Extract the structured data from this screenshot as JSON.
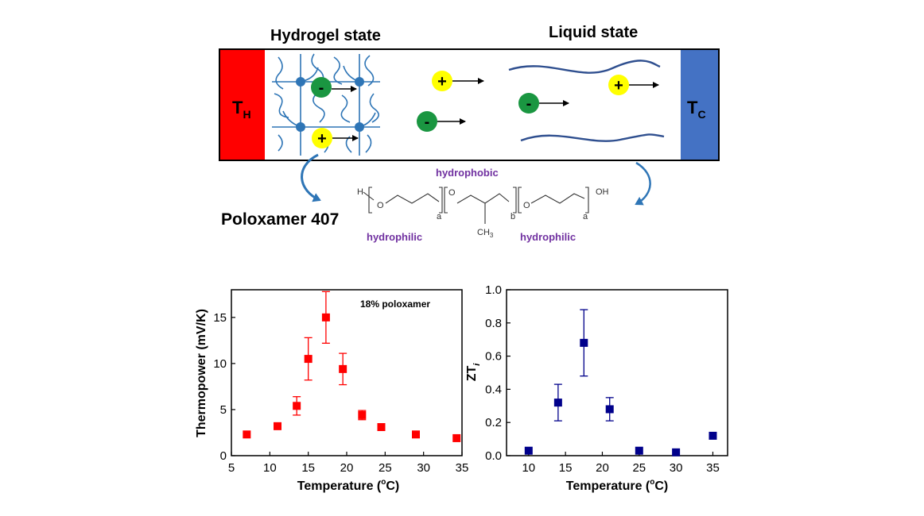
{
  "schematic": {
    "hydrogel_label": "Hydrogel state",
    "liquid_label": "Liquid state",
    "hot_label": "T",
    "hot_sub": "H",
    "cold_label": "T",
    "cold_sub": "C",
    "plus": "+",
    "minus": "-",
    "colors": {
      "hot": "#ff0000",
      "cold": "#4472c4",
      "cation": "#ffff00",
      "anion": "#1a9641",
      "polymer": "#2e75b6",
      "wave": "#2f4f8f"
    }
  },
  "molecule": {
    "name": "Poloxamer 407",
    "hydrophobic": "hydrophobic",
    "hydrophilic_left": "hydrophilic",
    "hydrophilic_right": "hydrophilic",
    "h": "H",
    "o1": "O",
    "o2": "O",
    "o3": "O",
    "oh": "OH",
    "ch3": "CH",
    "ch3_sub": "3",
    "sub_a1": "a",
    "sub_b": "b",
    "sub_a2": "a",
    "label_color": "#7030a0"
  },
  "chart_data": [
    {
      "type": "scatter",
      "annotation": "18% poloxamer",
      "xlabel": "Temperature (",
      "xlabel_deg": "o",
      "xlabel_end": "C)",
      "ylabel": "Thermopower (mV/K)",
      "xlim": [
        5,
        35
      ],
      "ylim": [
        0,
        18
      ],
      "xticks": [
        "5",
        "10",
        "15",
        "20",
        "25",
        "30",
        "35"
      ],
      "yticks": [
        "0",
        "5",
        "10",
        "15"
      ],
      "color": "#ff0000",
      "points": [
        {
          "x": 7,
          "y": 2.3,
          "err": 0
        },
        {
          "x": 11,
          "y": 3.2,
          "err": 0.35
        },
        {
          "x": 13.5,
          "y": 5.4,
          "err": 1.0
        },
        {
          "x": 15,
          "y": 10.5,
          "err": 2.3
        },
        {
          "x": 17.3,
          "y": 15.0,
          "err": 2.8
        },
        {
          "x": 19.5,
          "y": 9.4,
          "err": 1.7
        },
        {
          "x": 22,
          "y": 4.4,
          "err": 0.5
        },
        {
          "x": 24.5,
          "y": 3.1,
          "err": 0
        },
        {
          "x": 29,
          "y": 2.3,
          "err": 0
        },
        {
          "x": 34.3,
          "y": 1.9,
          "err": 0
        }
      ]
    },
    {
      "type": "scatter",
      "xlabel": "Temperature (",
      "xlabel_deg": "o",
      "xlabel_end": "C)",
      "ylabel": "ZT",
      "ylabel_sub": "i",
      "xlim": [
        7,
        37
      ],
      "ylim": [
        0,
        1.0
      ],
      "xticks": [
        "10",
        "15",
        "20",
        "25",
        "30",
        "35"
      ],
      "yticks": [
        "0.0",
        "0.2",
        "0.4",
        "0.6",
        "0.8",
        "1.0"
      ],
      "color": "#00008b",
      "points": [
        {
          "x": 10,
          "y": 0.03,
          "err": 0
        },
        {
          "x": 14,
          "y": 0.32,
          "err": 0.11
        },
        {
          "x": 17.5,
          "y": 0.68,
          "err": 0.2
        },
        {
          "x": 21,
          "y": 0.28,
          "err": 0.07
        },
        {
          "x": 25,
          "y": 0.03,
          "err": 0
        },
        {
          "x": 30,
          "y": 0.02,
          "err": 0
        },
        {
          "x": 35,
          "y": 0.12,
          "err": 0
        }
      ]
    }
  ]
}
